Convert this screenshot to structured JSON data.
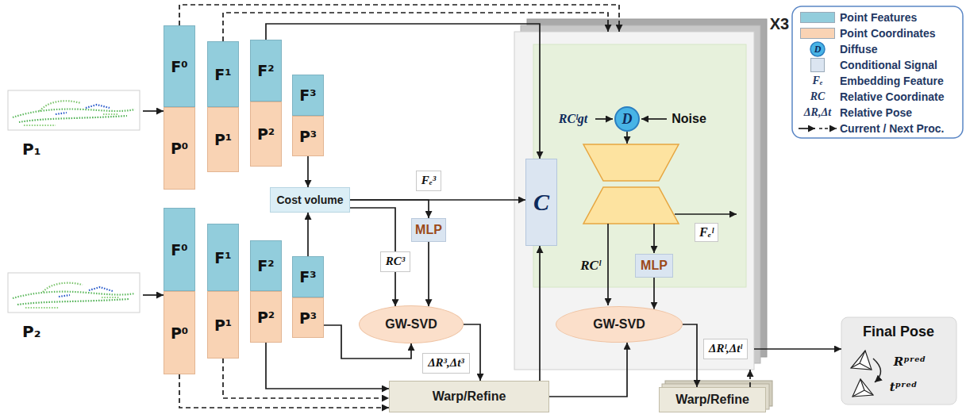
{
  "diagram": {
    "nodes": [
      {
        "text": [
          "P₁"
        ]
      },
      {
        "text": [
          "F⁰"
        ]
      },
      {
        "text": [
          "P⁰"
        ]
      },
      {
        "text": [
          "F¹"
        ]
      },
      {
        "text": [
          "P¹"
        ]
      },
      {
        "text": [
          "F²"
        ]
      },
      {
        "text": [
          "P²"
        ]
      },
      {
        "text": [
          "F³"
        ]
      },
      {
        "text": [
          "P³"
        ]
      },
      {
        "text": [
          "P₂"
        ]
      },
      {
        "text": [
          "F⁰"
        ]
      },
      {
        "text": [
          "P⁰"
        ]
      },
      {
        "text": [
          "F¹"
        ]
      },
      {
        "text": [
          "P¹"
        ]
      },
      {
        "text": [
          "F²"
        ]
      },
      {
        "text": [
          "P²"
        ]
      },
      {
        "text": [
          "F³"
        ]
      },
      {
        "text": [
          "P³"
        ]
      },
      {
        "text": [
          "Cost volume"
        ]
      },
      {
        "text": [
          "MLP"
        ]
      },
      {
        "text": [
          "GW-SVD"
        ]
      },
      {
        "text": [
          "Warp/Refine"
        ]
      },
      {
        "text": [
          "X3"
        ]
      },
      {
        "text": [
          "D"
        ],
        "in": 22
      },
      {
        "text": [
          "C"
        ],
        "in": 22
      },
      {
        "text": [
          "MLP"
        ],
        "in": 22
      },
      {
        "text": [
          "GW-SVD"
        ],
        "in": 22
      },
      {
        "text": [
          "Warp/Refine"
        ]
      },
      {
        "text": [
          "Final Pose",
          "Rᵖʳᵉᵈ",
          "tᵖʳᵉᵈ"
        ]
      }
    ],
    "edges": [
      {
        "from": 0,
        "to": 2,
        "arrow": "to"
      },
      {
        "from": 9,
        "to": 11,
        "arrow": "to"
      },
      {
        "from": 8,
        "to": 18,
        "arrow": "to"
      },
      {
        "from": 16,
        "to": 18,
        "arrow": "to"
      },
      {
        "from": 18,
        "to": 24,
        "label": "Fₑ³",
        "arrow": "to"
      },
      {
        "from": 18,
        "to": 19,
        "arrow": "to"
      },
      {
        "from": 18,
        "to": 20,
        "label": "RC³",
        "arrow": "to"
      },
      {
        "from": 19,
        "to": 20,
        "arrow": "to"
      },
      {
        "from": 17,
        "to": 20,
        "arrow": "to"
      },
      {
        "from": 20,
        "to": 21,
        "label": "ΔR³,Δt³",
        "arrow": "to"
      },
      {
        "from": 21,
        "to": 24,
        "arrow": "to"
      },
      {
        "from": 21,
        "to": 26,
        "arrow": "to"
      },
      {
        "from": 5,
        "to": 24,
        "arrow": "to"
      },
      {
        "from": 1,
        "to": 22,
        "arrow": "to"
      },
      {
        "from": 3,
        "to": 22,
        "arrow": "to"
      },
      {
        "from": 11,
        "to": 21,
        "arrow": "to"
      },
      {
        "from": 13,
        "to": 21,
        "arrow": "to"
      },
      {
        "from": 15,
        "to": 21,
        "arrow": "to"
      },
      {
        "from": 25,
        "to": 26,
        "arrow": "to"
      },
      {
        "from": 26,
        "to": 27,
        "label": "ΔRˡ,Δtˡ",
        "arrow": "to"
      },
      {
        "from": 27,
        "to": 22,
        "arrow": "to"
      },
      {
        "from": 22,
        "to": 28,
        "arrow": "to"
      }
    ],
    "labels": [
      "RCˡgt",
      "Noise",
      "RCˡ",
      "Fₑˡ",
      "D",
      "C",
      "Fₑ",
      "RC",
      "ΔR,Δt"
    ],
    "legend": [
      {
        "text": "Point Features",
        "color": "#92cddc"
      },
      {
        "text": "Point Coordinates",
        "color": "#f9d3b4"
      },
      {
        "text": "Diffuse"
      },
      {
        "text": "Conditional Signal",
        "color": "#dbe5f1"
      },
      {
        "text": "Embedding Feature"
      },
      {
        "text": "Relative Coordinate"
      },
      {
        "text": "Relative Pose"
      },
      {
        "text": "Current / Next Proc."
      }
    ]
  }
}
